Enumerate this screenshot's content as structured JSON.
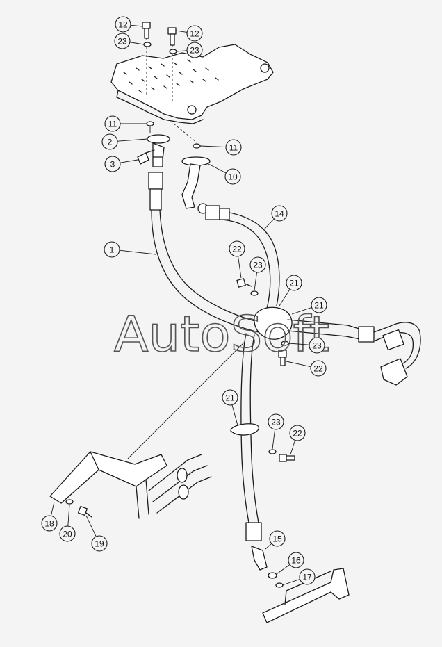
{
  "watermark": {
    "text": "AutoSoft",
    "color": "#555555"
  },
  "colors": {
    "background": "#f4f4f4",
    "line": "#1a1a1a"
  },
  "callouts": [
    {
      "label": "12"
    },
    {
      "label": "23"
    },
    {
      "label": "12"
    },
    {
      "label": "23"
    },
    {
      "label": "11"
    },
    {
      "label": "2"
    },
    {
      "label": "3"
    },
    {
      "label": "11"
    },
    {
      "label": "10"
    },
    {
      "label": "1"
    },
    {
      "label": "14"
    },
    {
      "label": "22"
    },
    {
      "label": "23"
    },
    {
      "label": "21"
    },
    {
      "label": "21"
    },
    {
      "label": "23"
    },
    {
      "label": "22"
    },
    {
      "label": "21"
    },
    {
      "label": "23"
    },
    {
      "label": "22"
    },
    {
      "label": "18"
    },
    {
      "label": "20"
    },
    {
      "label": "19"
    },
    {
      "label": "15"
    },
    {
      "label": "16"
    },
    {
      "label": "17"
    }
  ]
}
